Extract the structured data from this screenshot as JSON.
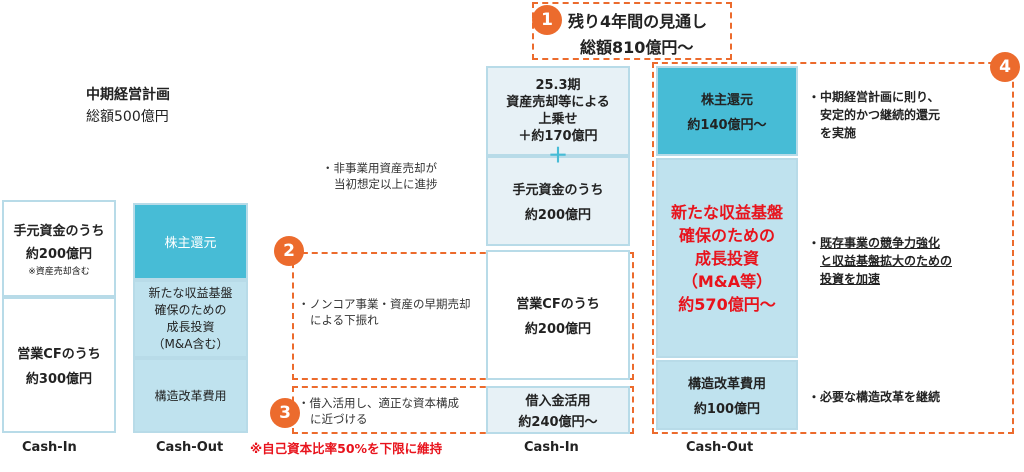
{
  "colors": {
    "accent": "#ec6b2d",
    "teal": "#47bcd6",
    "teal_light": "#bfe2ee",
    "box_light": "#e7f1f6",
    "growth_red": "#e8131c"
  },
  "header": {
    "badge1": "1",
    "outlook_title": "残り4年間の見通し",
    "outlook_total": "総額810億円〜"
  },
  "plan": {
    "title": "中期経営計画",
    "total": "総額500億円"
  },
  "left_in": {
    "cash_title": "手元資金のうち",
    "cash_amount": "約200億円",
    "cash_note": "※資産売却含む",
    "op_title": "営業CFのうち",
    "op_amount": "約300億円",
    "label": "Cash-In"
  },
  "left_out": {
    "dividend": "株主還元",
    "growth": [
      "新たな収益基盤",
      "確保のための",
      "成長投資",
      "（M&A含む）"
    ],
    "restructure": "構造改革費用",
    "label": "Cash-Out"
  },
  "mid_notes": {
    "note1": [
      "非事業用資産売却が",
      "当初想定以上に進捗"
    ],
    "badge2": "2",
    "note2": [
      "ノンコア事業・資産の早期売却",
      "による下振れ"
    ],
    "badge3": "3",
    "note3": [
      "借入活用し、適正な資本構成",
      "に近づける"
    ],
    "red_note": "※自己資本比率50%を下限に維持"
  },
  "right_in": {
    "sale": [
      "25.3期",
      "資産売却等による",
      "上乗せ",
      "＋約170億円"
    ],
    "plus": "＋",
    "cash": [
      "手元資金のうち",
      "約200億円"
    ],
    "op": [
      "営業CFのうち",
      "約200億円"
    ],
    "borrow": [
      "借入金活用",
      "約240億円〜"
    ],
    "label": "Cash-In"
  },
  "right_out": {
    "badge4": "4",
    "dividend": [
      "株主還元",
      "約140億円〜"
    ],
    "growth": [
      "新たな収益基盤",
      "確保のための",
      "成長投資",
      "（M&A等）",
      "約570億円〜"
    ],
    "restructure": [
      "構造改革費用",
      "約100億円"
    ],
    "label": "Cash-Out"
  },
  "right_notes": {
    "dividend": [
      "中期経営計画に則り、",
      "安定的かつ継続的還元",
      "を実施"
    ],
    "growth": [
      "既存事業の競争力強化",
      "と収益基盤拡大のための",
      "投資を加速"
    ],
    "restructure": [
      "必要な構造改革を継続"
    ]
  }
}
